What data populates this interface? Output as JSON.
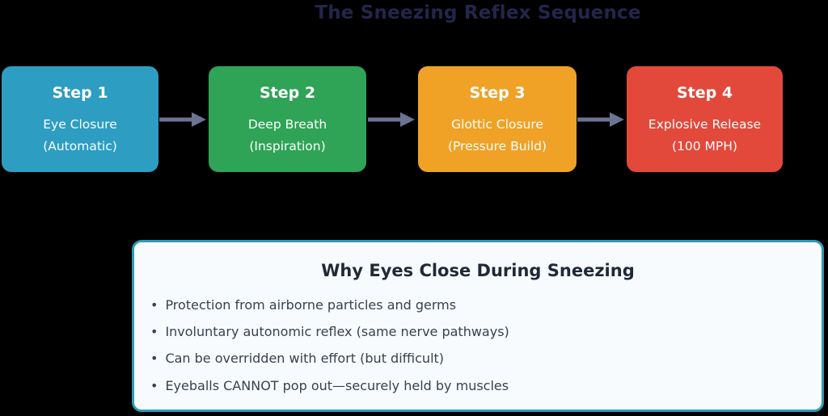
{
  "title": "The Sneezing Reflex Sequence",
  "colors": {
    "page_bg": "#000000",
    "title_text": "#23254a",
    "arrow": "#6b7490",
    "info_border": "#2e9ab8",
    "info_bg": "#f8fbfd",
    "step_text": "#ffffff"
  },
  "steps": [
    {
      "label": "Step 1",
      "line1": "Eye Closure",
      "line2": "(Automatic)",
      "color": "#2d9dc2"
    },
    {
      "label": "Step 2",
      "line1": "Deep Breath",
      "line2": "(Inspiration)",
      "color": "#2fa456"
    },
    {
      "label": "Step 3",
      "line1": "Glottic Closure",
      "line2": "(Pressure Build)",
      "color": "#efa226"
    },
    {
      "label": "Step 4",
      "line1": "Explosive Release",
      "line2": "(100 MPH)",
      "color": "#e2493b"
    }
  ],
  "info_panel": {
    "title": "Why Eyes Close During Sneezing",
    "bullet_char": "•",
    "bullets": [
      "Protection from airborne particles and germs",
      "Involuntary autonomic reflex (same nerve pathways)",
      "Can be overridden with effort (but difficult)",
      "Eyeballs CANNOT pop out—securely held by muscles"
    ]
  }
}
